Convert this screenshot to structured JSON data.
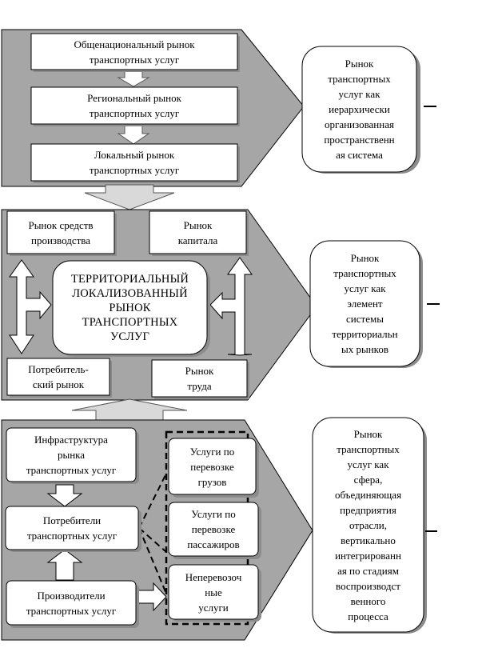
{
  "section1": {
    "national": "Общенациональный рынок\nтранспортных услуг",
    "regional": "Региональный рынок\nтранспортных услуг",
    "local": "Локальный рынок\nтранспортных услуг",
    "caption": "Рынок\nтранспортных\nуслуг как\nиерархически\nорганизованная\nпространственн\nая система"
  },
  "section2": {
    "means_of_production": "Рынок средств\nпроизводства",
    "capital": "Рынок\nкапитала",
    "center": "ТЕРРИТОРИАЛЬНЫЙ\nЛОКАЛИЗОВАННЫЙ\nРЫНОК\nТРАНСПОРТНЫХ\nУСЛУГ",
    "consumer": "Потребитель-\nский рынок",
    "labor": "Рынок\nтруда",
    "caption": "Рынок\nтранспортных\nуслуг как\nэлемент\nсистемы\nтерриториальн\nых рынков"
  },
  "section3": {
    "infrastructure": "Инфраструктура\nрынка\nтранспортных услуг",
    "consumers": "Потребители\nтранспортных услуг",
    "producers": "Производители\nтранспортных услуг",
    "cargo": "Услуги по\nперевозке\nгрузов",
    "passengers": "Услуги по\nперевозке\nпассажиров",
    "non_transport": "Неперевозоч\nные\nуслуги",
    "caption": "Рынок\nтранспортных\nуслуг как\nсфера,\nобъединяющая\nпредприятия\nотрасли,\nвертикально\nинтегрированн\nая по стадиям\nвоспроизводст\nвенного\nпроцесса"
  },
  "colors": {
    "panel": "#a6a6a6",
    "shadow": "#8c8c8c",
    "box": "#ffffff",
    "stroke": "#000000"
  }
}
